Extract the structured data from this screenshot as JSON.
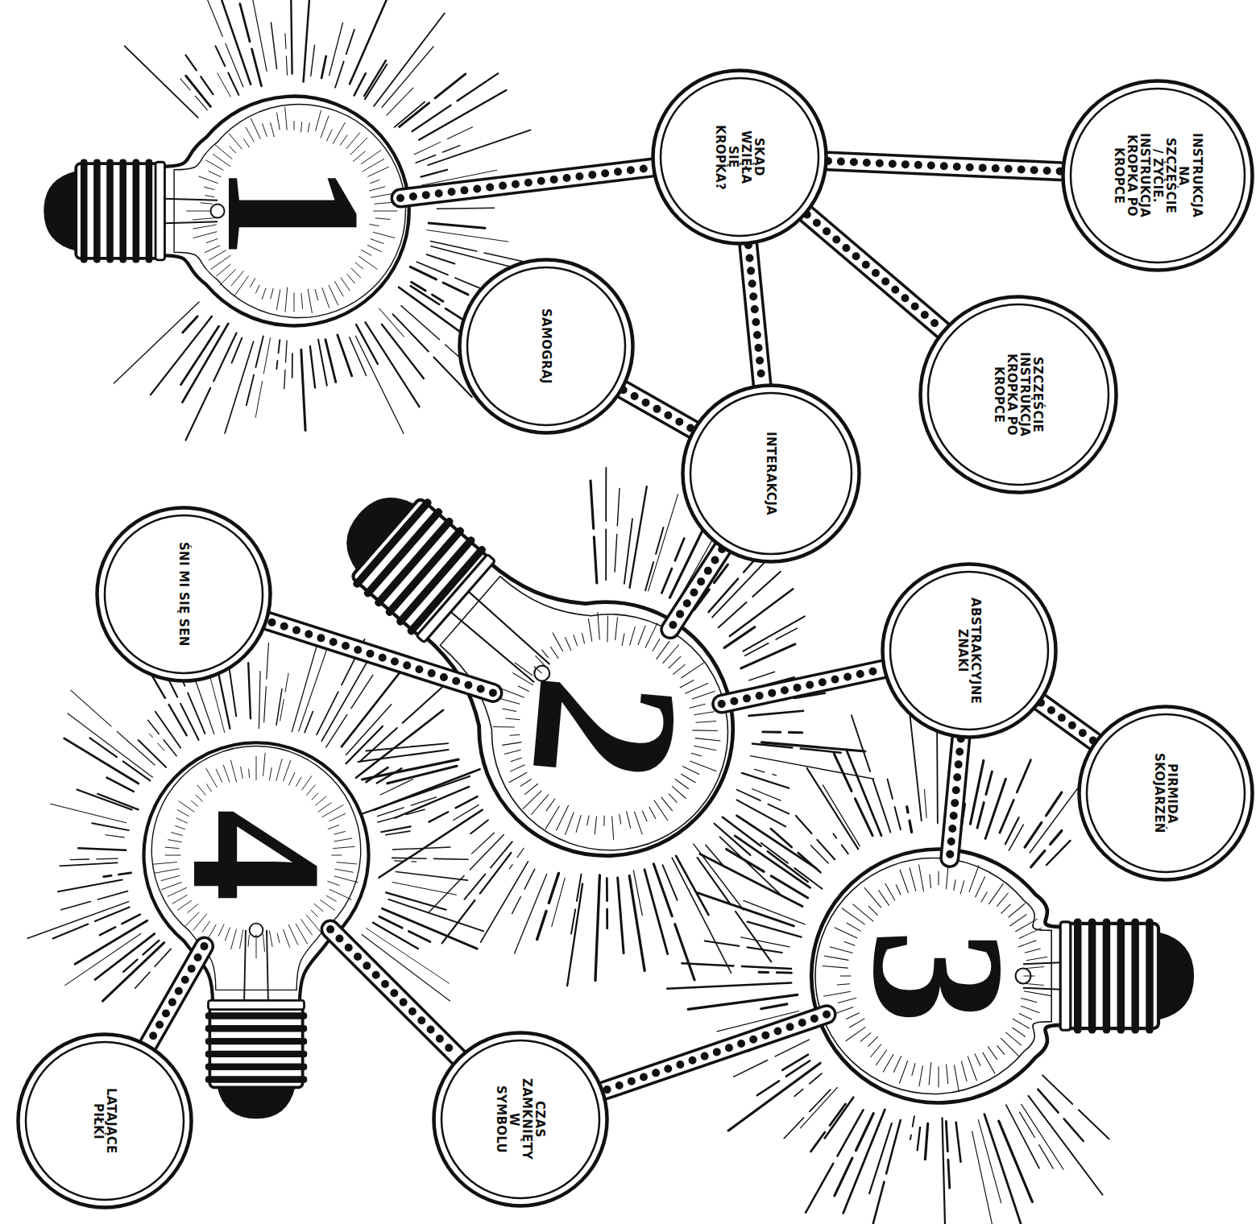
{
  "diagram": {
    "nodes": [
      {
        "text": [
          "1"
        ]
      },
      {
        "text": [
          "SKĄD WZIĘŁA SIĘ KROPKA?"
        ]
      },
      {
        "text": [
          "INSTRUKCJA NA SZCZĘŚCIE / ŻYCIE. INSTRUKCJA KROPKA PO KROPCE"
        ]
      },
      {
        "text": [
          "SZCZĘŚCIE INSTRUKCJA KROPKA PO KROPCE"
        ]
      },
      {
        "text": [
          "SAMOGRAJ"
        ]
      },
      {
        "text": [
          "INTERAKCJA"
        ]
      },
      {
        "text": [
          "2"
        ]
      },
      {
        "text": [
          "ŚNI MI SIĘ SEN"
        ]
      },
      {
        "text": [
          "ABSTRAKCYJNE ZNAKI"
        ]
      },
      {
        "text": [
          "PIRMIDA SKOJARZEŃ"
        ]
      },
      {
        "text": [
          "3"
        ]
      },
      {
        "text": [
          "CZAS ZAMKNIĘTY W SYMBOLU"
        ]
      },
      {
        "text": [
          "4"
        ]
      },
      {
        "text": [
          "LATAJĄCE PIŁKI"
        ]
      }
    ],
    "edges": [
      {
        "from": 0,
        "to": 1,
        "arrow": "none"
      },
      {
        "from": 1,
        "to": 2,
        "arrow": "none"
      },
      {
        "from": 1,
        "to": 3,
        "arrow": "none"
      },
      {
        "from": 1,
        "to": 5,
        "arrow": "none"
      },
      {
        "from": 4,
        "to": 5,
        "arrow": "none"
      },
      {
        "from": 5,
        "to": 6,
        "arrow": "none"
      },
      {
        "from": 6,
        "to": 7,
        "arrow": "none"
      },
      {
        "from": 6,
        "to": 8,
        "arrow": "none"
      },
      {
        "from": 8,
        "to": 9,
        "arrow": "none"
      },
      {
        "from": 8,
        "to": 10,
        "arrow": "none"
      },
      {
        "from": 10,
        "to": 11,
        "arrow": "none"
      },
      {
        "from": 12,
        "to": 11,
        "arrow": "none"
      },
      {
        "from": 12,
        "to": 13,
        "arrow": "none"
      }
    ]
  }
}
